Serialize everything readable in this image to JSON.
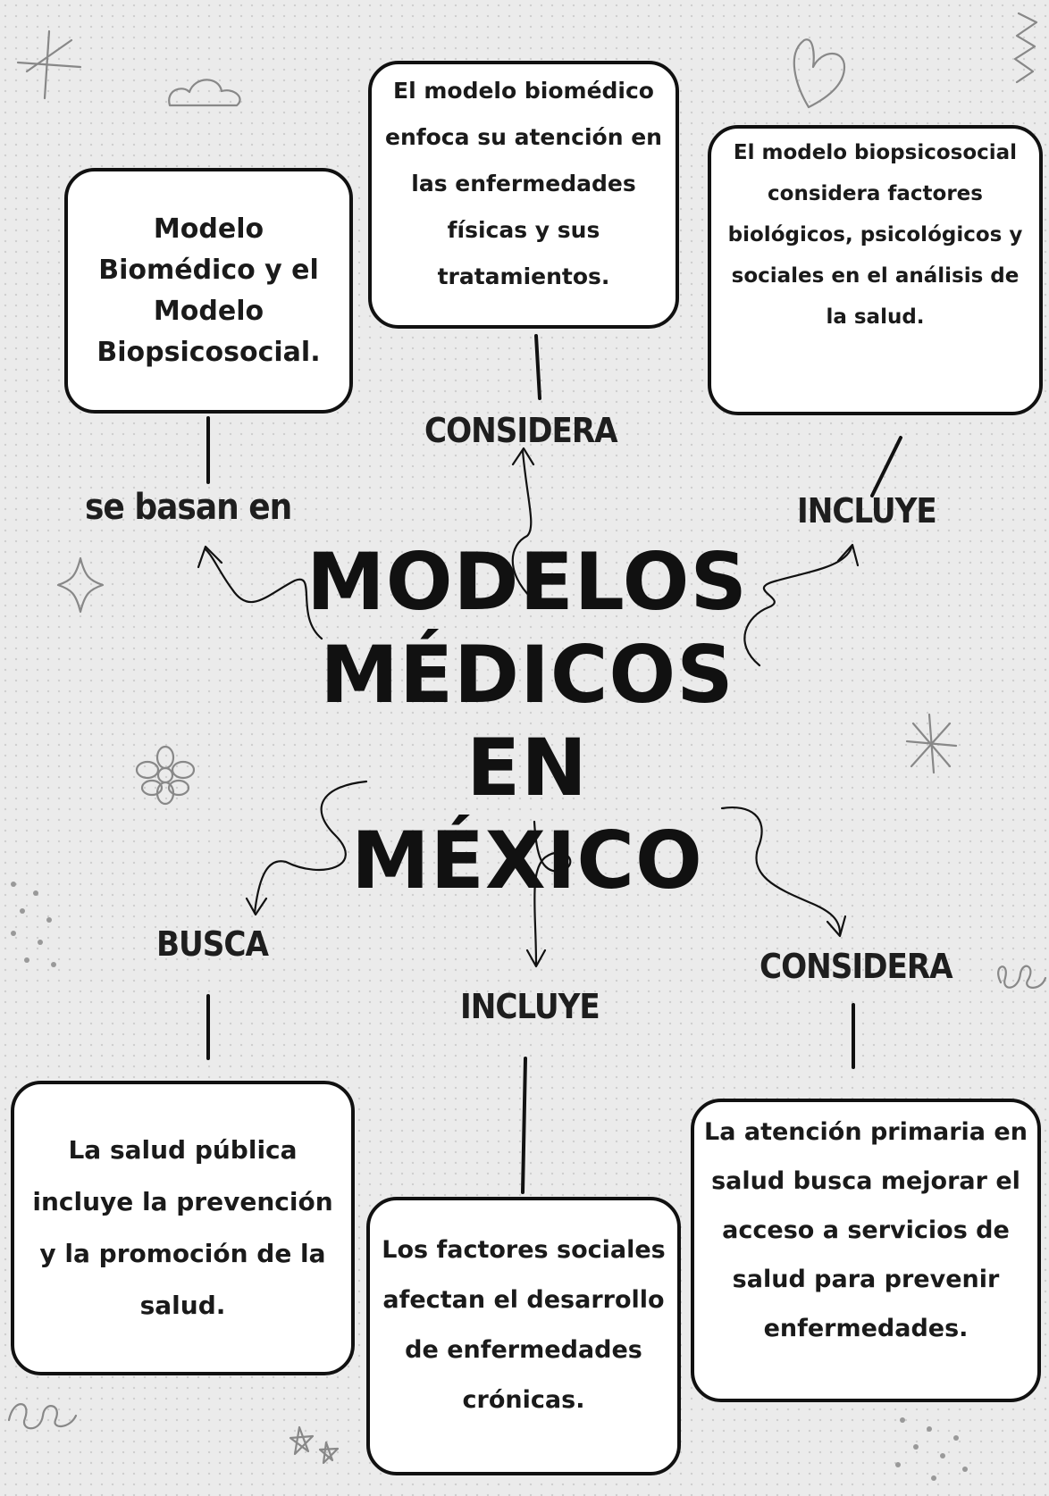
{
  "title": {
    "line1": "MODELOS",
    "line2": "MÉDICOS EN",
    "line3": "MÉXICO"
  },
  "boxes": {
    "topic": "Modelo Biomédico y el Modelo Biopsicosocial.",
    "biomedico": "El modelo biomédico enfoca su atención en las enfermedades físicas y sus tratamientos.",
    "biopsicosocial": "El modelo biopsicosocial considera factores biológicos, psicológicos y sociales en el análisis de la salud.",
    "salud_publica": "La salud pública incluye la prevención y la promoción de la salud.",
    "factores_sociales": "Los factores sociales afectan el desarrollo de enfermedades crónicas.",
    "atencion_primaria": "La atención primaria en salud busca mejorar el acceso a servicios de salud para prevenir enfermedades."
  },
  "labels": {
    "se_basan_en": "se basan en",
    "considera_top": "CONSIDERA",
    "incluye_top": "INCLUYE",
    "busca": "BUSCA",
    "incluye_bottom": "INCLUYE",
    "considera_bottom": "CONSIDERA"
  },
  "colors": {
    "background": "#ebebeb",
    "ink": "#111111",
    "box": "#ffffff",
    "doodle": "#8a8a8a"
  }
}
